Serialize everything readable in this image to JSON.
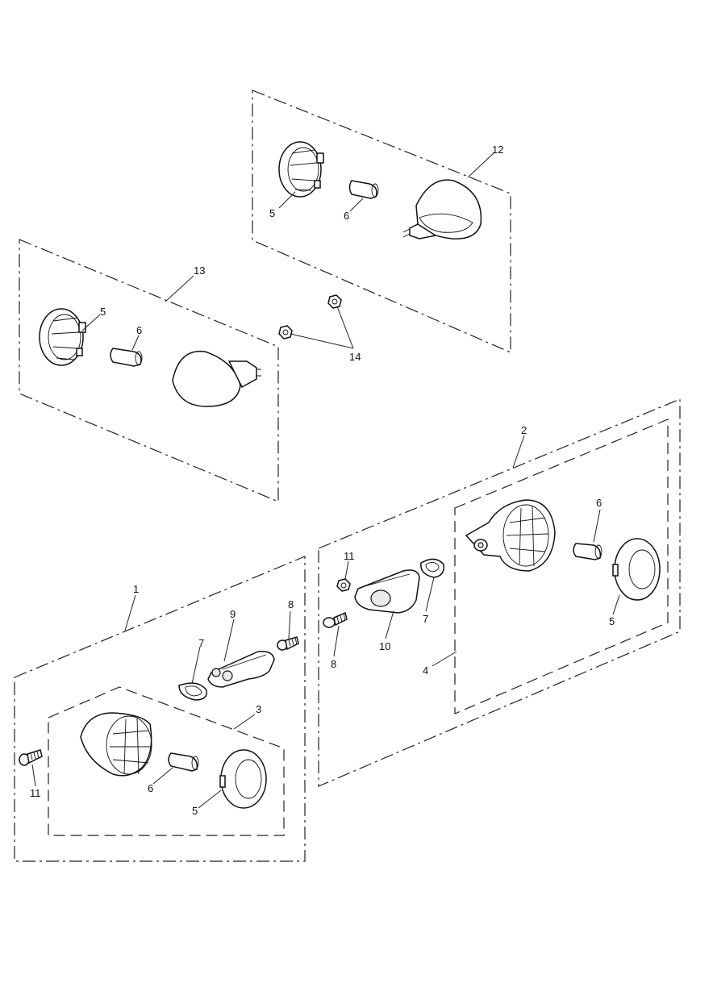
{
  "callouts": {
    "c1": "1",
    "c2": "2",
    "c3": "3",
    "c4": "4",
    "c5a": "5",
    "c5b": "5",
    "c5c": "5",
    "c5d": "5",
    "c6a": "6",
    "c6b": "6",
    "c6c": "6",
    "c6d": "6",
    "c7a": "7",
    "c7b": "7",
    "c8a": "8",
    "c8b": "8",
    "c9": "9",
    "c10": "10",
    "c11a": "11",
    "c11b": "11",
    "c12": "12",
    "c13": "13",
    "c14": "14"
  }
}
